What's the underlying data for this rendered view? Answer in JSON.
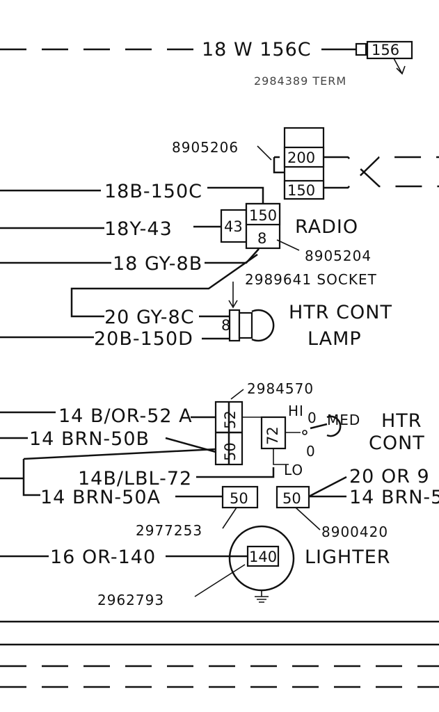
{
  "wires": {
    "w156c": "18 W 156C",
    "w150c": "18B-150C",
    "w43": "18Y-43",
    "w8b": "18 GY-8B",
    "w8c": "20 GY-8C",
    "w150d": "20B-150D",
    "w52a": "14 B/OR-52 A",
    "w50b": "14 BRN-50B",
    "w72": "14B/LBL-72",
    "w50a": "14 BRN-50A",
    "w140": "16 OR-140",
    "w_or9": "20 OR 9",
    "w_brn5": "14 BRN-5"
  },
  "terminals": {
    "t156": "156",
    "t200": "200",
    "t150a": "150",
    "t150b": "150",
    "t43": "43",
    "t8": "8",
    "t8lamp": "8",
    "t52": "52",
    "t50": "50",
    "t72": "72",
    "t50left": "50",
    "t50right": "50",
    "t140": "140"
  },
  "parts": {
    "p2984389": "2984389 TERM",
    "p8905206": "8905206",
    "p8905204": "8905204",
    "p2989641": "2989641 SOCKET",
    "p2984570": "2984570",
    "p2977253": "2977253",
    "p8900420": "8900420",
    "p2962793": "2962793"
  },
  "components": {
    "radio": "RADIO",
    "htr_cont_lamp_1": "HTR CONT",
    "htr_cont_lamp_2": "LAMP",
    "htr_cont_1": "HTR",
    "htr_cont_2": "CONT",
    "lighter": "LIGHTER",
    "switch_hi": "HI",
    "switch_med": "MED",
    "switch_lo": "LO",
    "switch_off_1": "0",
    "switch_off_2": "0"
  }
}
